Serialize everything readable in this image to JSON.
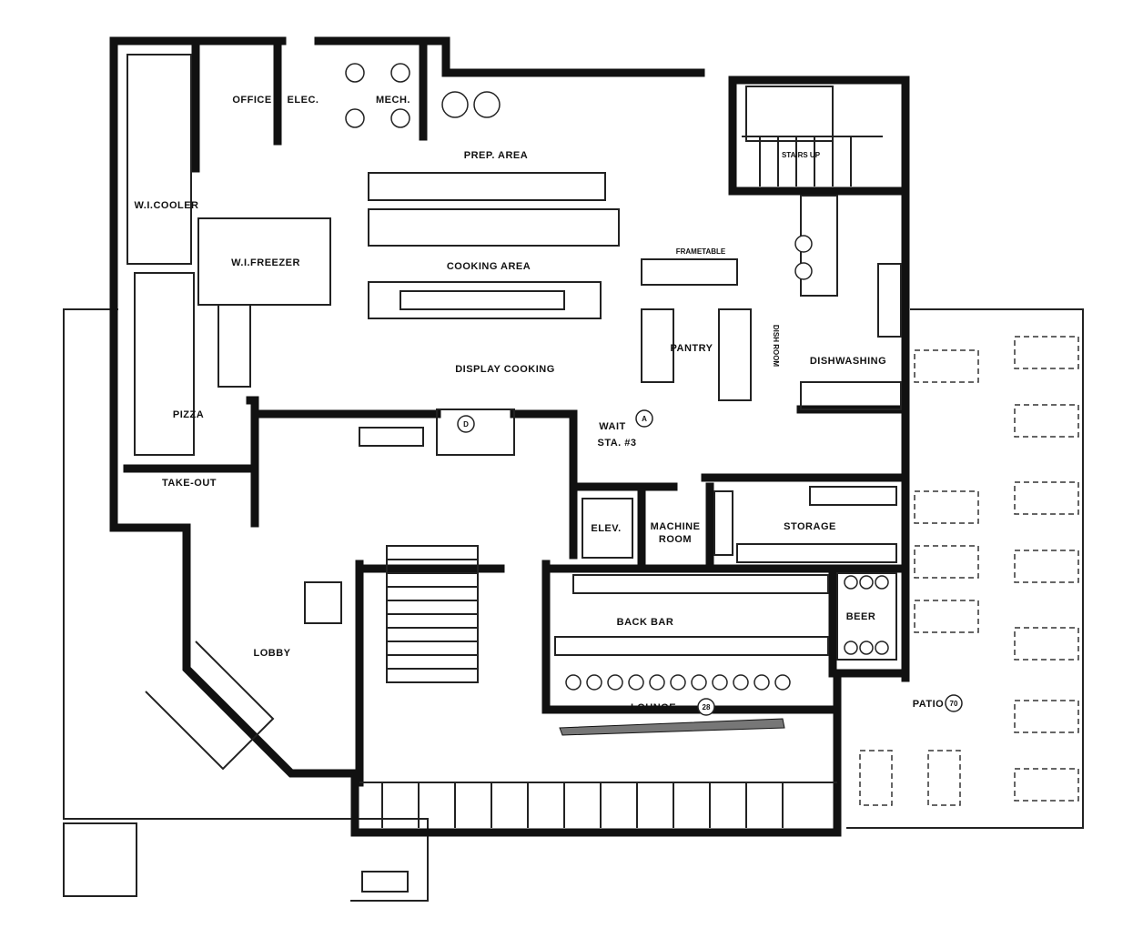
{
  "title": "Restaurant floor plan",
  "rooms": {
    "office": "OFFICE",
    "elec": "ELEC.",
    "mech": "MECH.",
    "prep": "PREP. AREA",
    "cooler": "W.I.COOLER",
    "freezer": "W.I.FREEZER",
    "cooking": "COOKING AREA",
    "display": "DISPLAY COOKING",
    "pantry": "PANTRY",
    "dishwashing": "DISHWASHING",
    "pizza": "PIZZA",
    "takeout": "TAKE-OUT",
    "wait1": "WAIT",
    "wait2": "STA. #3",
    "elev": "ELEV.",
    "machine1": "MACHINE",
    "machine2": "ROOM",
    "storage": "STORAGE",
    "backbar": "BACK BAR",
    "beer": "BEER",
    "lobby": "LOBBY",
    "lounge": "LOUNGE",
    "patio": "PATIO",
    "stairs": "STAIRS UP",
    "frametable": "FRAMETABLE",
    "dishroom": "DISH ROOM"
  },
  "markers": {
    "wait": "A",
    "display": "D",
    "lounge_seats": "28",
    "patio_seats": "70"
  }
}
